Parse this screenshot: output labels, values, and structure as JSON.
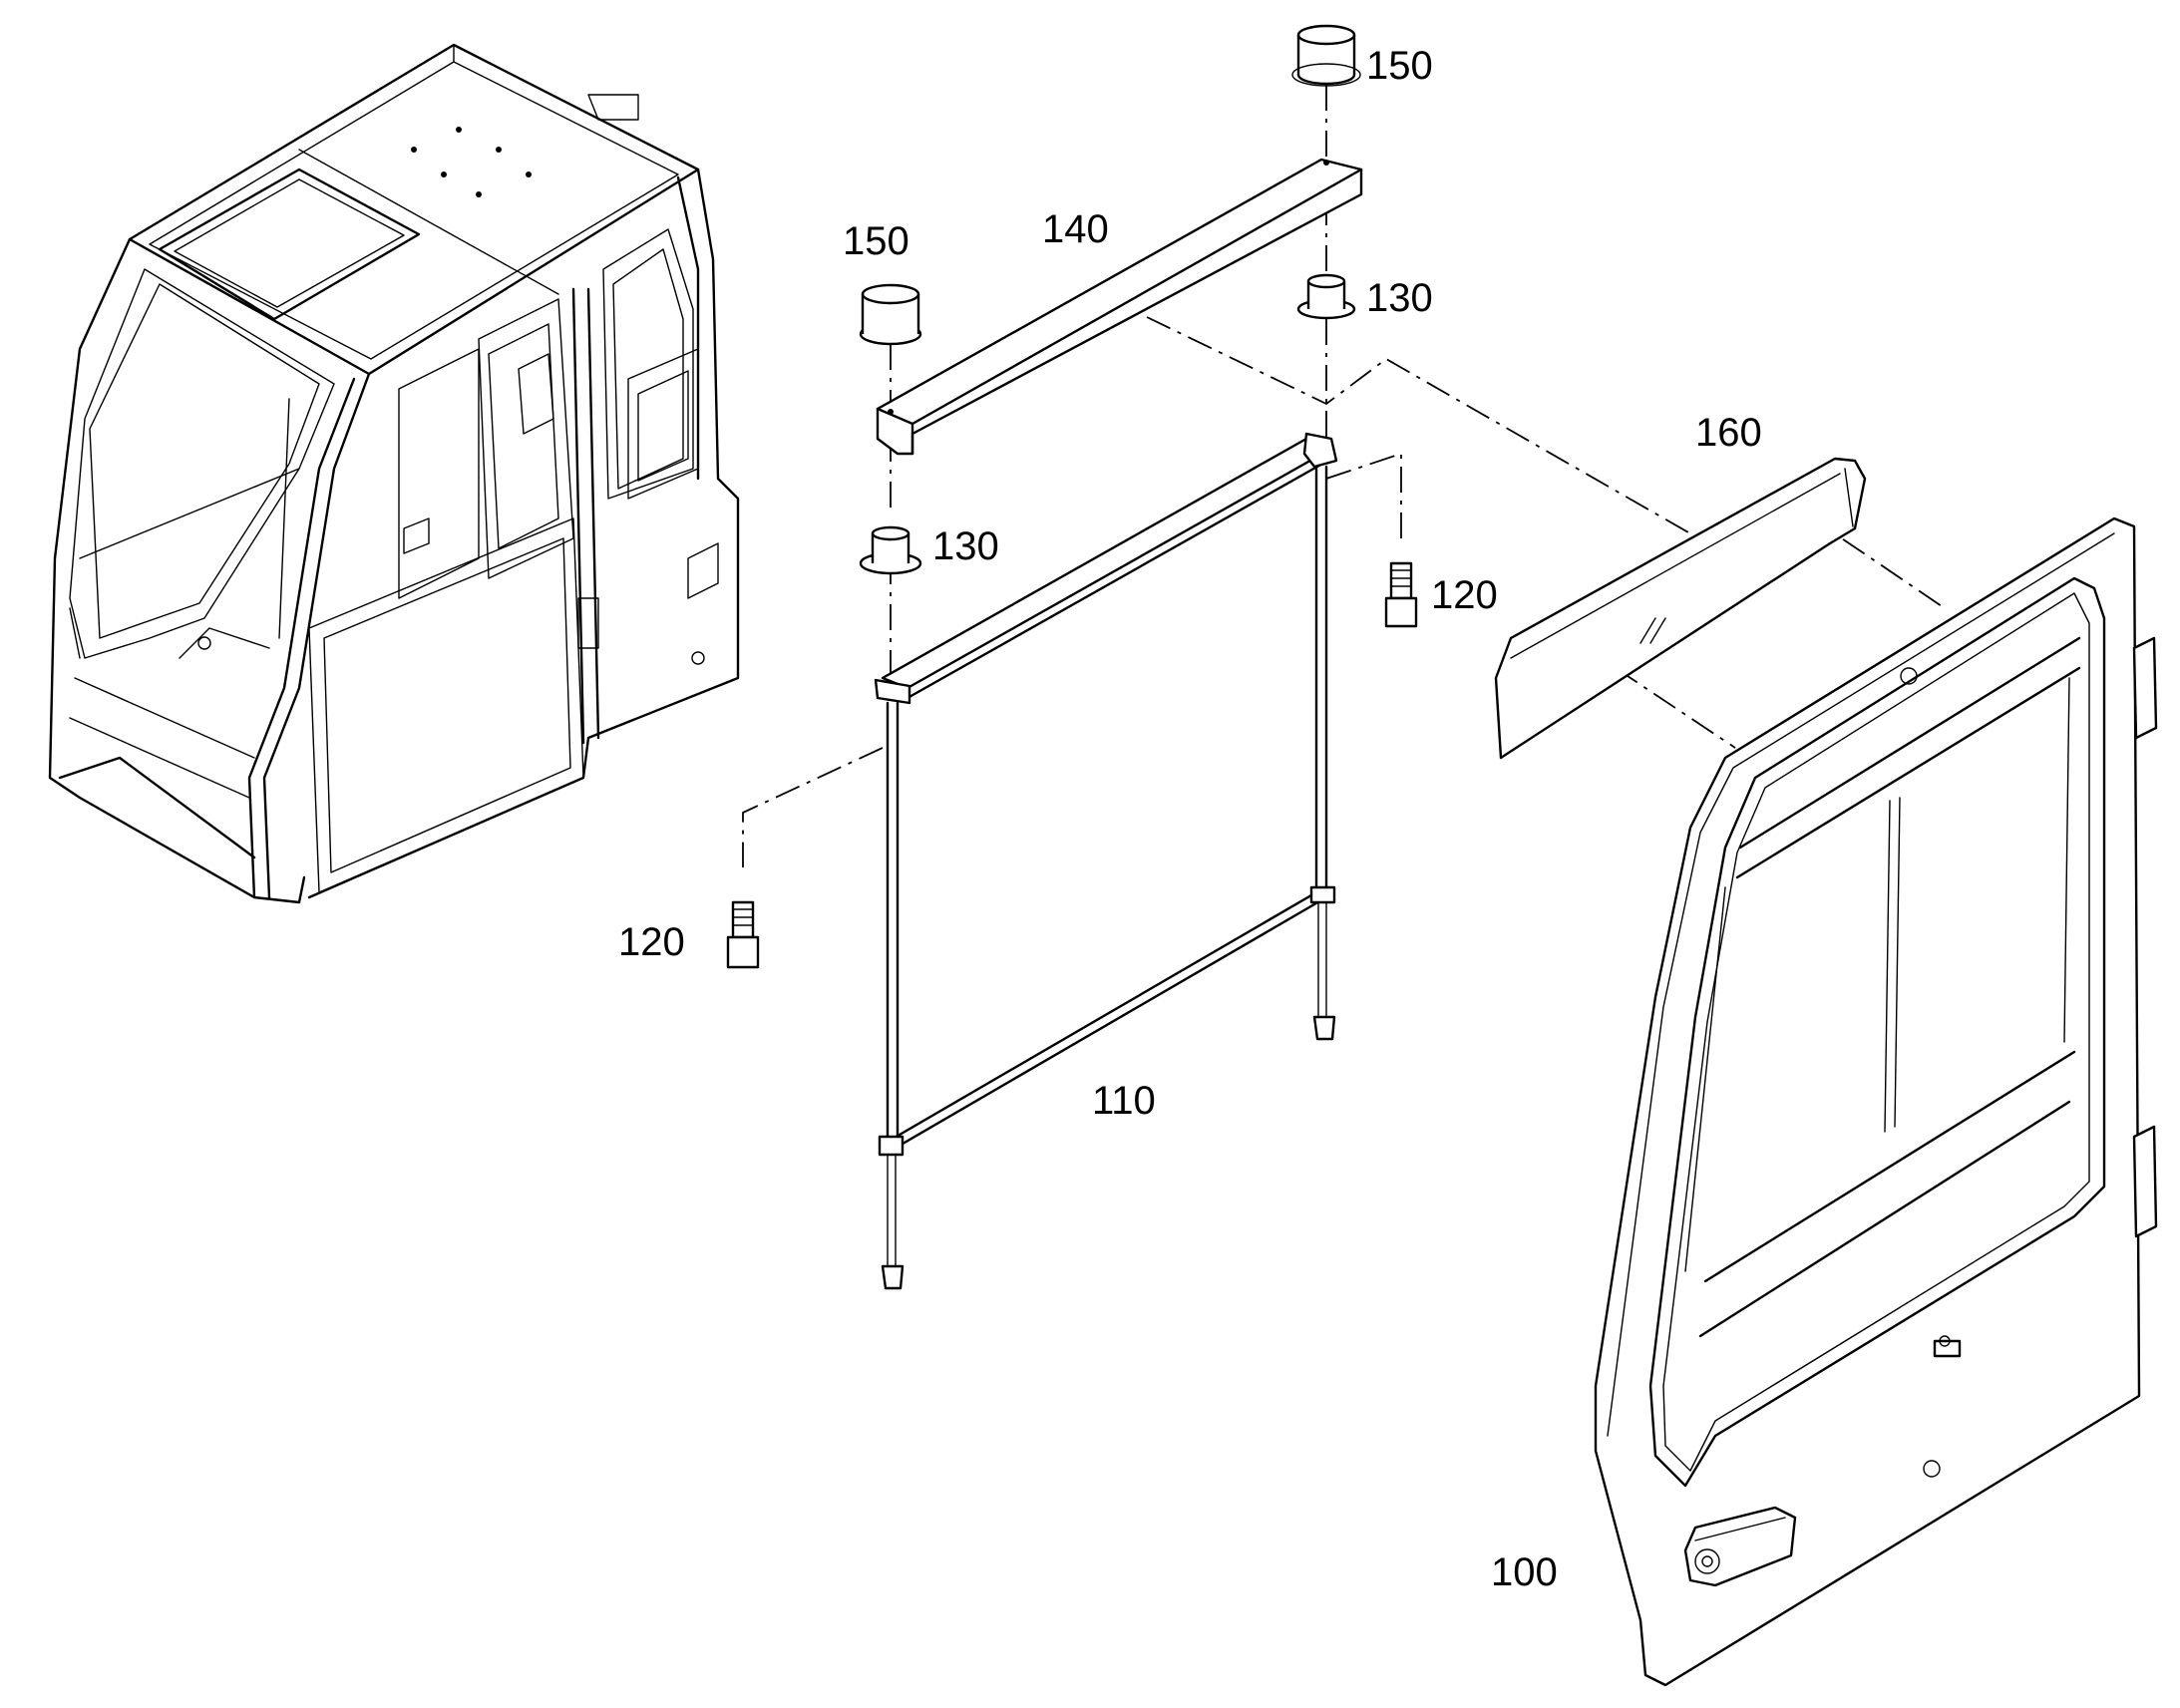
{
  "callouts": {
    "door": "100",
    "sunshade_frame": "110",
    "bolt_left": "120",
    "bolt_right": "120",
    "bushing_left": "130",
    "bushing_right": "130",
    "bracket": "140",
    "cap_left": "150",
    "cap_top": "150",
    "visor": "160"
  }
}
